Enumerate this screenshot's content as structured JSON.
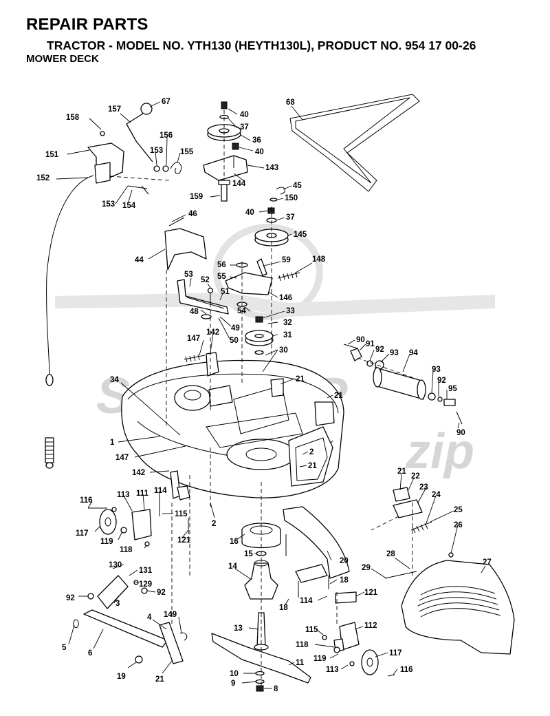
{
  "header": {
    "title": "REPAIR PARTS",
    "subtitle": "TRACTOR - MODEL NO. YTH130 (HEYTH130L), PRODUCT NO. 954 17 00-26",
    "section": "MOWER DECK"
  },
  "watermark": {
    "brand": "SCOOTER",
    "suffix": "zip"
  },
  "colors": {
    "ink": "#000000",
    "watermark": "#d6d6d6",
    "background": "#ffffff"
  },
  "callouts": [
    "67",
    "157",
    "158",
    "151",
    "156",
    "153",
    "155",
    "152",
    "153",
    "154",
    "40",
    "37",
    "36",
    "40",
    "143",
    "144",
    "159",
    "68",
    "45",
    "150",
    "40",
    "37",
    "145",
    "46",
    "44",
    "56",
    "55",
    "59",
    "148",
    "53",
    "52",
    "51",
    "146",
    "48",
    "54",
    "33",
    "49",
    "50",
    "32",
    "31",
    "147",
    "142",
    "30",
    "90",
    "91",
    "92",
    "93",
    "94",
    "93",
    "92",
    "95",
    "90",
    "34",
    "21",
    "21",
    "1",
    "147",
    "2",
    "21",
    "142",
    "21",
    "22",
    "23",
    "24",
    "25",
    "26",
    "116",
    "113",
    "111",
    "114",
    "115",
    "117",
    "119",
    "121",
    "118",
    "2",
    "16",
    "15",
    "20",
    "130",
    "131",
    "14",
    "18",
    "129",
    "92",
    "92",
    "3",
    "114",
    "121",
    "29",
    "28",
    "27",
    "18",
    "4",
    "149",
    "115",
    "112",
    "5",
    "6",
    "13",
    "118",
    "119",
    "117",
    "11",
    "19",
    "21",
    "10",
    "113",
    "116",
    "9",
    "8"
  ]
}
